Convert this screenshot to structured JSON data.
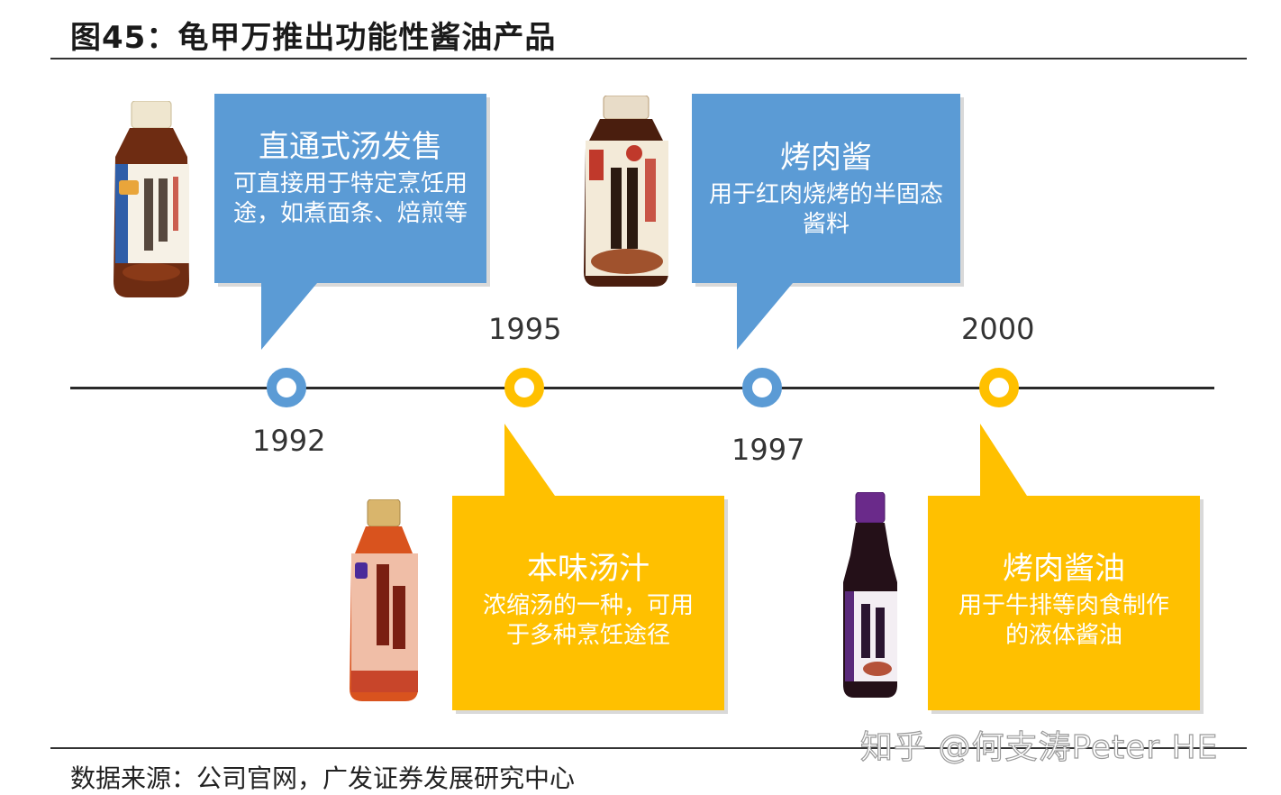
{
  "header": {
    "title": "图45：龟甲万推出功能性酱油产品"
  },
  "footer": {
    "source": "数据来源：公司官网，广发证券发展研究中心",
    "watermark": "知乎 @何支涛Peter HE"
  },
  "timeline": {
    "events": [
      {
        "year": "1992",
        "title": "直通式汤发售",
        "desc": "可直接用于特定烹饪用途，如煮面条、焙煎等"
      },
      {
        "year": "1995",
        "title": "本味汤汁",
        "desc": "浓缩汤的一种，可用于多种烹饪途径"
      },
      {
        "year": "1997",
        "title": "烤肉酱",
        "desc": "用于红肉烧烤的半固态酱料"
      },
      {
        "year": "2000",
        "title": "烤肉酱油",
        "desc": "用于牛排等肉食制作的液体酱油"
      }
    ]
  },
  "colors": {
    "blue": "#5b9bd5",
    "gold": "#ffc000",
    "axis": "#2a2a2a"
  },
  "icons": [
    "soup-bottle-1992",
    "tsuyu-bottle-1995",
    "yakiniku-sauce-bottle-1997",
    "steak-soy-bottle-2000"
  ]
}
